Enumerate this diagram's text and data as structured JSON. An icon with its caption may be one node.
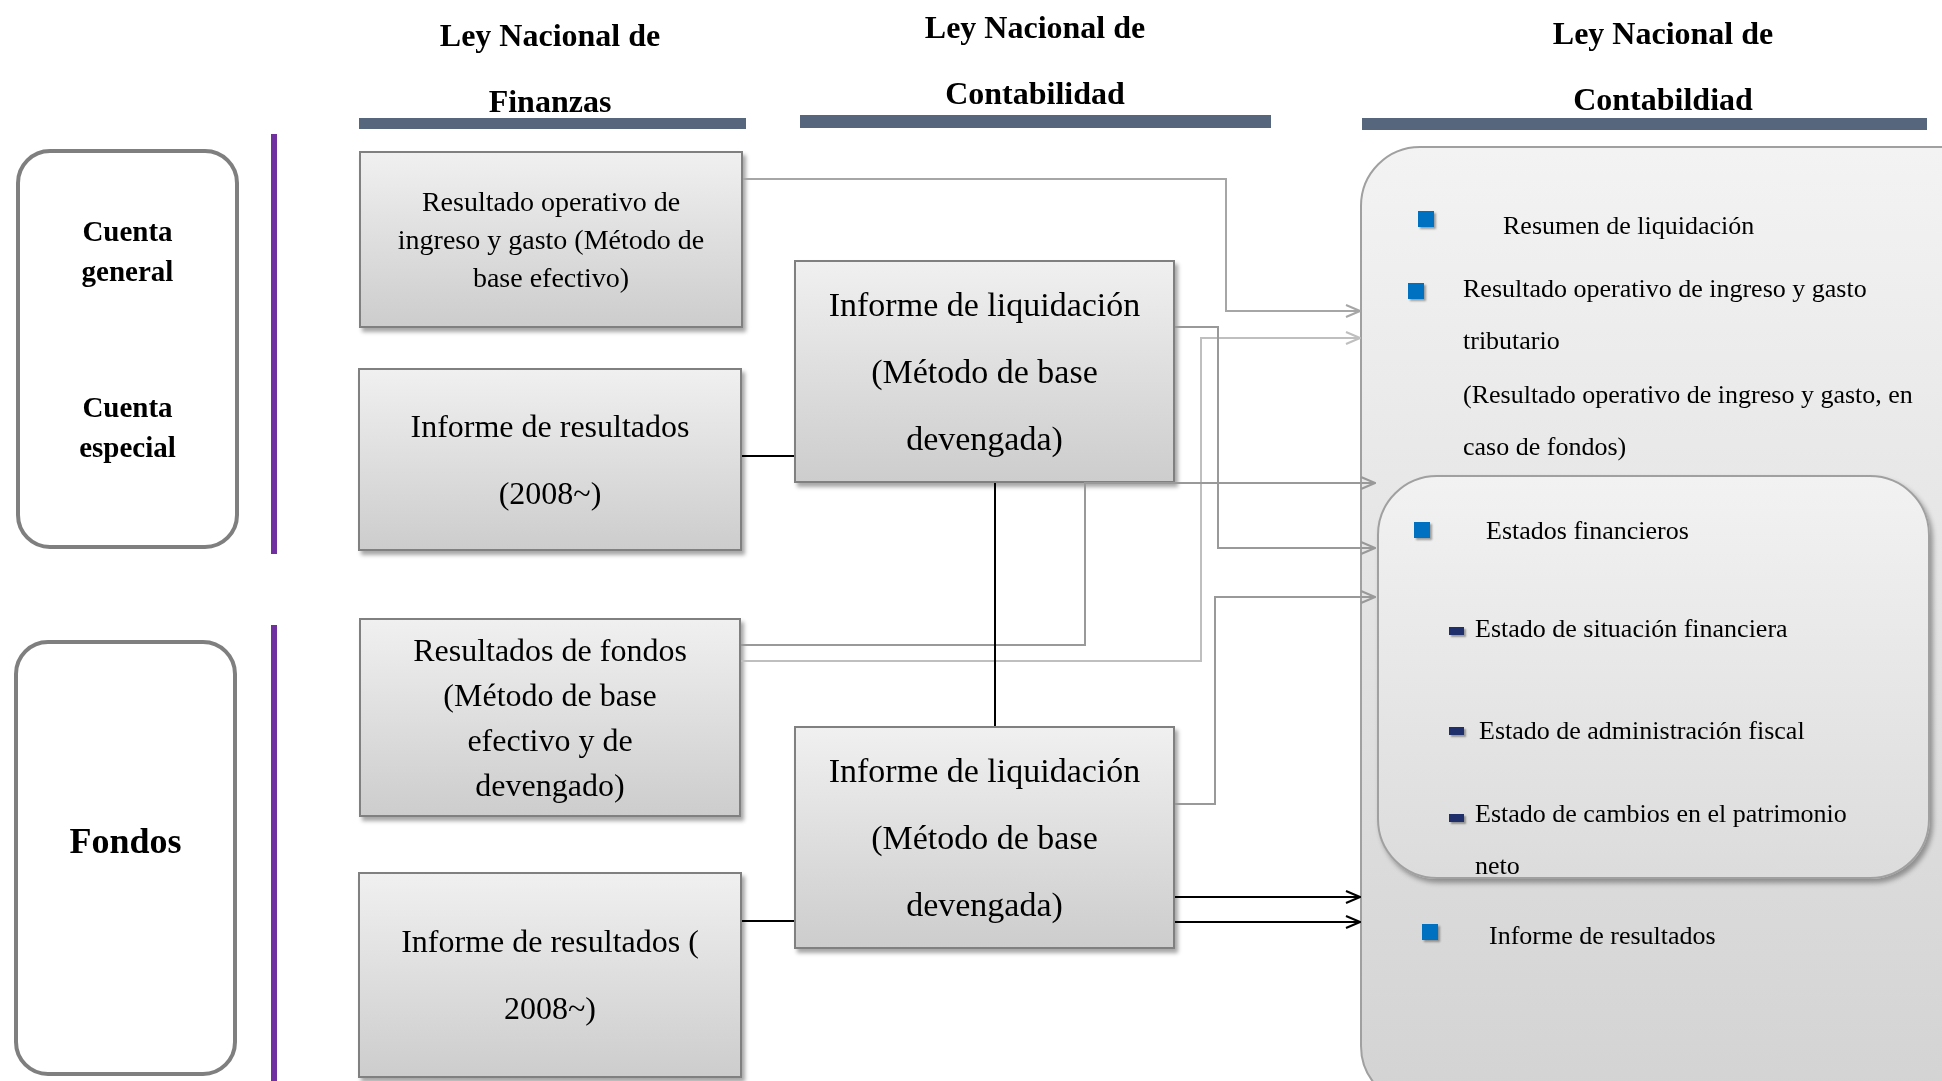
{
  "diagram": {
    "nodes": [
      {
        "text": [
          "Cuenta general",
          "Cuenta especial"
        ]
      },
      {
        "text": [
          "Fondos"
        ]
      },
      {
        "text": [
          "Resultado operativo de ingreso y gasto (Método de base efectivo)"
        ]
      },
      {
        "text": [
          "Informe de resultados (2008~)"
        ]
      },
      {
        "text": [
          "Resultados de fondos (Método de base efectivo y de devengado)"
        ]
      },
      {
        "text": [
          "Informe de resultados ( 2008~)"
        ]
      },
      {
        "text": [
          "Informe de liquidación (Método de base devengada)"
        ]
      },
      {
        "text": [
          "Informe de liquidación (Método de base devengada)"
        ]
      },
      {
        "text": [
          "Resumen de liquidación",
          "Resultado operativo de ingreso y gasto tributario",
          "(Resultado operativo de ingreso y gasto, en caso de fondos)",
          "Informe de resultados"
        ]
      },
      {
        "text": [
          "Estados financieros",
          "Estado de situación financiera",
          "Estado de administración fiscal",
          "Estado de cambios en el patrimonio neto"
        ],
        "in": 8
      }
    ],
    "edges": [
      {
        "from": 2,
        "to": 8,
        "arrow": "to",
        "color": "#a6a6a6"
      },
      {
        "from": 4,
        "to": 8,
        "arrow": "to",
        "color": "#bfbfbf"
      },
      {
        "from": 4,
        "to": 9,
        "arrow": "to",
        "color": "#999999"
      },
      {
        "from": 6,
        "to": 9,
        "arrow": "to",
        "color": "#999999"
      },
      {
        "from": 7,
        "to": 9,
        "arrow": "to",
        "color": "#999999"
      },
      {
        "from": 7,
        "to": 8,
        "arrow": "to"
      },
      {
        "from": 7,
        "to": 8,
        "arrow": "to"
      },
      {
        "from": 3,
        "to": 6,
        "arrow": "none"
      },
      {
        "from": 5,
        "to": 7,
        "arrow": "none"
      },
      {
        "from": 6,
        "to": 7,
        "arrow": "none"
      }
    ],
    "labels": [
      "Ley Nacional de Finanzas",
      "Ley Nacional de Contabilidad",
      "Ley Nacional de Contabildiad"
    ]
  }
}
